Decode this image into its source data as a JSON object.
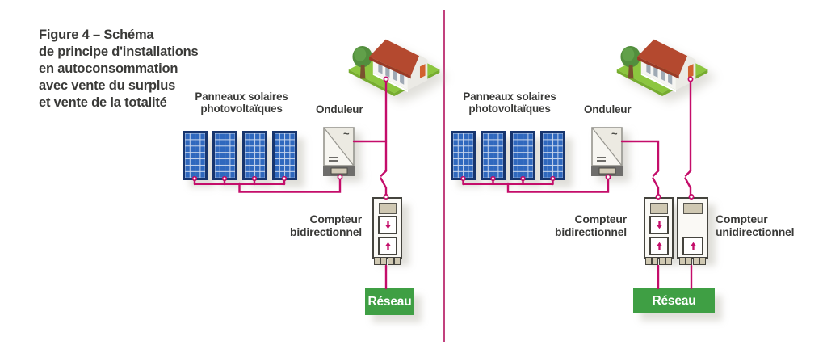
{
  "title": "Figure 4 – Schéma\nde principe d'installations\nen autoconsommation\navec vente du surplus\net vente de la totalité",
  "left_diagram": {
    "panels_label": "Panneaux solaires\nphotovoltaïques",
    "inverter_label": "Onduleur",
    "meter_bidirectional_label": "Compteur\nbidirectionnel",
    "grid_label": "Réseau",
    "meter_arrows": [
      "down",
      "up"
    ]
  },
  "right_diagram": {
    "panels_label": "Panneaux solaires\nphotovoltaïques",
    "inverter_label": "Onduleur",
    "meter_bidirectional_label": "Compteur\nbidirectionnel",
    "meter_unidirectional_label": "Compteur\nunidirectionnel",
    "grid_label": "Réseau",
    "bidirectional_meter_arrows": [
      "down",
      "up"
    ],
    "unidirectional_meter_arrows": [
      "up"
    ]
  },
  "icons": {
    "house": "isometric-house-with-tree",
    "solar_panel": "blue-grid-panel",
    "inverter": "box-with-diagonal-ac-dc",
    "switch": "open-disconnect-switch",
    "down_arrow": "↓",
    "up_arrow": "↑"
  },
  "colors": {
    "wire_pink": "#C40D6A",
    "divider_pink": "#C2417E",
    "grid_green": "#3F9F44",
    "panel_blue": "#2F68BE",
    "panel_frame_navy": "#17356E",
    "house_grass_green": "#8CC63F",
    "roof_red": "#B4492F",
    "text_dark": "#3A3A38"
  }
}
